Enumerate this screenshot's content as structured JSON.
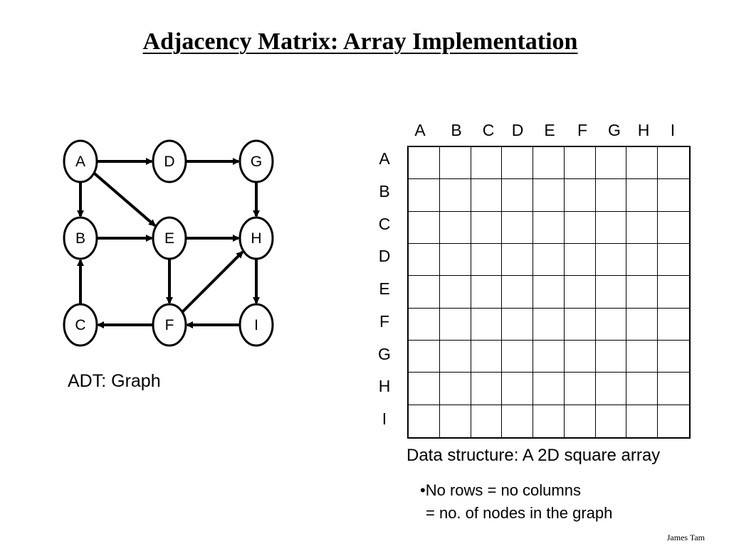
{
  "title": "Adjacency Matrix: Array Implementation",
  "graph": {
    "label": "ADT: Graph",
    "nodes": [
      "A",
      "B",
      "C",
      "D",
      "E",
      "F",
      "G",
      "H",
      "I"
    ],
    "edges": [
      [
        "A",
        "D"
      ],
      [
        "D",
        "G"
      ],
      [
        "A",
        "B"
      ],
      [
        "A",
        "E"
      ],
      [
        "G",
        "H"
      ],
      [
        "B",
        "E"
      ],
      [
        "E",
        "H"
      ],
      [
        "E",
        "F"
      ],
      [
        "F",
        "H"
      ],
      [
        "H",
        "I"
      ],
      [
        "C",
        "B"
      ],
      [
        "F",
        "C"
      ],
      [
        "I",
        "F"
      ]
    ]
  },
  "matrix": {
    "column_headers": [
      "A",
      "B",
      "C",
      "D",
      "E",
      "F",
      "G",
      "H",
      "I"
    ],
    "row_headers": [
      "A",
      "B",
      "C",
      "D",
      "E",
      "F",
      "G",
      "H",
      "I"
    ],
    "caption": "Data structure: A 2D square array",
    "note_line1": "•No rows = no columns",
    "note_line2": "= no. of nodes in the graph"
  },
  "footer": {
    "author": "James Tam"
  }
}
